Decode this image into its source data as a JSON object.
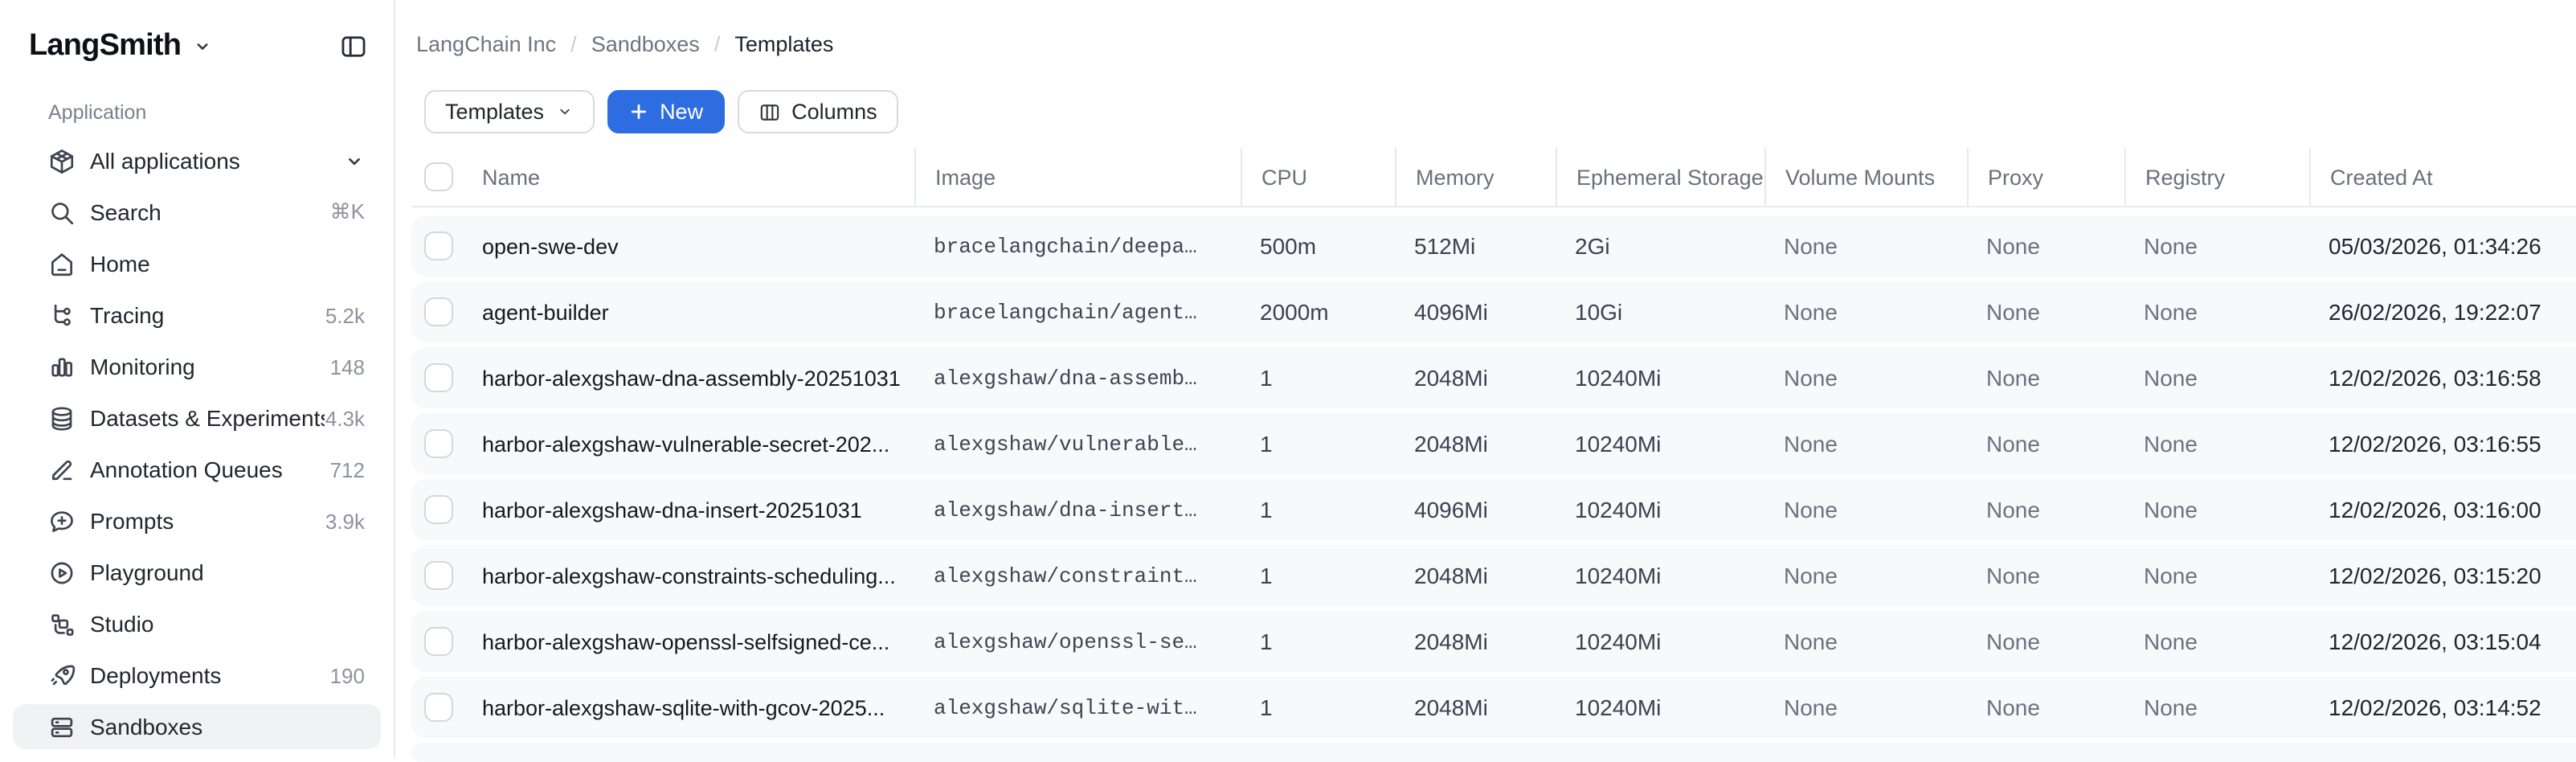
{
  "app": {
    "logo": "LangSmith"
  },
  "sidebar": {
    "section_label": "Application",
    "items": [
      {
        "label": "All applications",
        "icon": "box",
        "trailing": "chevron"
      },
      {
        "label": "Search",
        "icon": "search",
        "shortcut": "⌘K"
      },
      {
        "label": "Home",
        "icon": "home"
      },
      {
        "label": "Tracing",
        "icon": "tracing",
        "count": "5.2k"
      },
      {
        "label": "Monitoring",
        "icon": "monitoring",
        "count": "148"
      },
      {
        "label": "Datasets & Experiments",
        "icon": "database",
        "count": "4.3k"
      },
      {
        "label": "Annotation Queues",
        "icon": "pen",
        "count": "712"
      },
      {
        "label": "Prompts",
        "icon": "chat-plus",
        "count": "3.9k"
      },
      {
        "label": "Playground",
        "icon": "play"
      },
      {
        "label": "Studio",
        "icon": "studio"
      },
      {
        "label": "Deployments",
        "icon": "rocket",
        "count": "190"
      },
      {
        "label": "Sandboxes",
        "icon": "stack",
        "selected": true
      }
    ]
  },
  "breadcrumb": {
    "items": [
      "LangChain Inc",
      "Sandboxes",
      "Templates"
    ],
    "separator": "/"
  },
  "toolbar": {
    "view_dropdown_label": "Templates",
    "new_button_label": "New",
    "columns_button_label": "Columns"
  },
  "table": {
    "columns": [
      "Name",
      "Image",
      "CPU",
      "Memory",
      "Ephemeral Storage",
      "Volume Mounts",
      "Proxy",
      "Registry",
      "Created At"
    ],
    "rows": [
      {
        "name": "open-swe-dev",
        "image": "bracelangchain/deepa…",
        "cpu": "500m",
        "memory": "512Mi",
        "ephemeral_storage": "2Gi",
        "volume_mounts": "None",
        "proxy": "None",
        "registry": "None",
        "created_at": "05/03/2026, 01:34:26"
      },
      {
        "name": "agent-builder",
        "image": "bracelangchain/agent…",
        "cpu": "2000m",
        "memory": "4096Mi",
        "ephemeral_storage": "10Gi",
        "volume_mounts": "None",
        "proxy": "None",
        "registry": "None",
        "created_at": "26/02/2026, 19:22:07"
      },
      {
        "name": "harbor-alexgshaw-dna-assembly-20251031",
        "image": "alexgshaw/dna-assemb…",
        "cpu": "1",
        "memory": "2048Mi",
        "ephemeral_storage": "10240Mi",
        "volume_mounts": "None",
        "proxy": "None",
        "registry": "None",
        "created_at": "12/02/2026, 03:16:58"
      },
      {
        "name": "harbor-alexgshaw-vulnerable-secret-202...",
        "image": "alexgshaw/vulnerable…",
        "cpu": "1",
        "memory": "2048Mi",
        "ephemeral_storage": "10240Mi",
        "volume_mounts": "None",
        "proxy": "None",
        "registry": "None",
        "created_at": "12/02/2026, 03:16:55"
      },
      {
        "name": "harbor-alexgshaw-dna-insert-20251031",
        "image": "alexgshaw/dna-insert…",
        "cpu": "1",
        "memory": "4096Mi",
        "ephemeral_storage": "10240Mi",
        "volume_mounts": "None",
        "proxy": "None",
        "registry": "None",
        "created_at": "12/02/2026, 03:16:00"
      },
      {
        "name": "harbor-alexgshaw-constraints-scheduling...",
        "image": "alexgshaw/constraint…",
        "cpu": "1",
        "memory": "2048Mi",
        "ephemeral_storage": "10240Mi",
        "volume_mounts": "None",
        "proxy": "None",
        "registry": "None",
        "created_at": "12/02/2026, 03:15:20"
      },
      {
        "name": "harbor-alexgshaw-openssl-selfsigned-ce...",
        "image": "alexgshaw/openssl-se…",
        "cpu": "1",
        "memory": "2048Mi",
        "ephemeral_storage": "10240Mi",
        "volume_mounts": "None",
        "proxy": "None",
        "registry": "None",
        "created_at": "12/02/2026, 03:15:04"
      },
      {
        "name": "harbor-alexgshaw-sqlite-with-gcov-2025...",
        "image": "alexgshaw/sqlite-wit…",
        "cpu": "1",
        "memory": "2048Mi",
        "ephemeral_storage": "10240Mi",
        "volume_mounts": "None",
        "proxy": "None",
        "registry": "None",
        "created_at": "12/02/2026, 03:14:52"
      }
    ],
    "partial_row_visible": true
  },
  "colors": {
    "primary_blue": "#2e6ce2",
    "row_background": "#f8f9fa",
    "selected_item_background": "#f1f2f4",
    "border": "#e7e9ec",
    "header_text": "#6a707b",
    "muted_text": "#6b7280"
  }
}
